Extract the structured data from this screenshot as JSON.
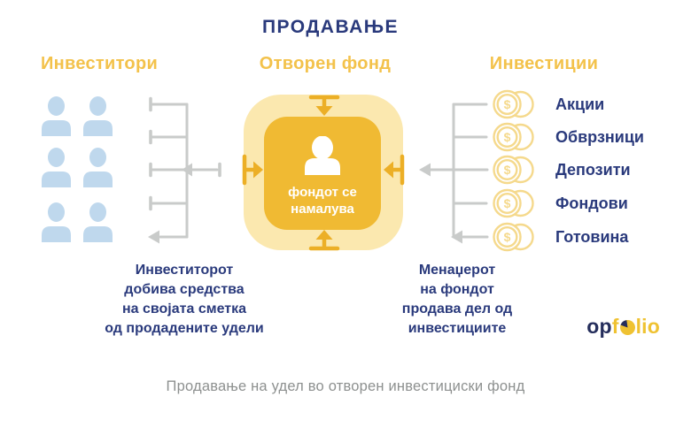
{
  "title": "ПРОДАВАЊЕ",
  "investors": {
    "header": "Инвеститори",
    "people_count": 6
  },
  "fund": {
    "header": "Отворен фонд",
    "status_line1": "фондот се",
    "status_line2": "намалува"
  },
  "investments": {
    "header": "Инвестиции",
    "items": [
      "Акции",
      "Обврзници",
      "Депозити",
      "Фондови",
      "Готовина"
    ]
  },
  "notes": {
    "left": [
      "Инвеститорот",
      "добива средства",
      "на својата сметка",
      "од продадените удели"
    ],
    "right": [
      "Менаџерот",
      "на фондот",
      "продава дел од",
      "инвестициите"
    ]
  },
  "logo": {
    "prefix": "op",
    "mid": "f",
    "suffix": "lio"
  },
  "caption": "Продавање на удел во отворен инвестициски фонд",
  "icons": {
    "person": "person-icon",
    "coins": "coins-icon",
    "pie": "pie-chart-icon",
    "arrows": "inward-arrows"
  },
  "colors": {
    "gold_accent": "#F3C24B",
    "gold_box": "#F0BA33",
    "gold_box_glow": "#FBE8AF",
    "gold_arrow": "#ECAF26",
    "coin_outline": "#F5D98C",
    "navy_text": "#2A3A7C",
    "people_blue": "#BFD8ED",
    "connector_gray": "#C9CBCA",
    "caption_gray": "#8D908F",
    "logo_navy": "#252E5C",
    "logo_gold": "#EFC232"
  }
}
